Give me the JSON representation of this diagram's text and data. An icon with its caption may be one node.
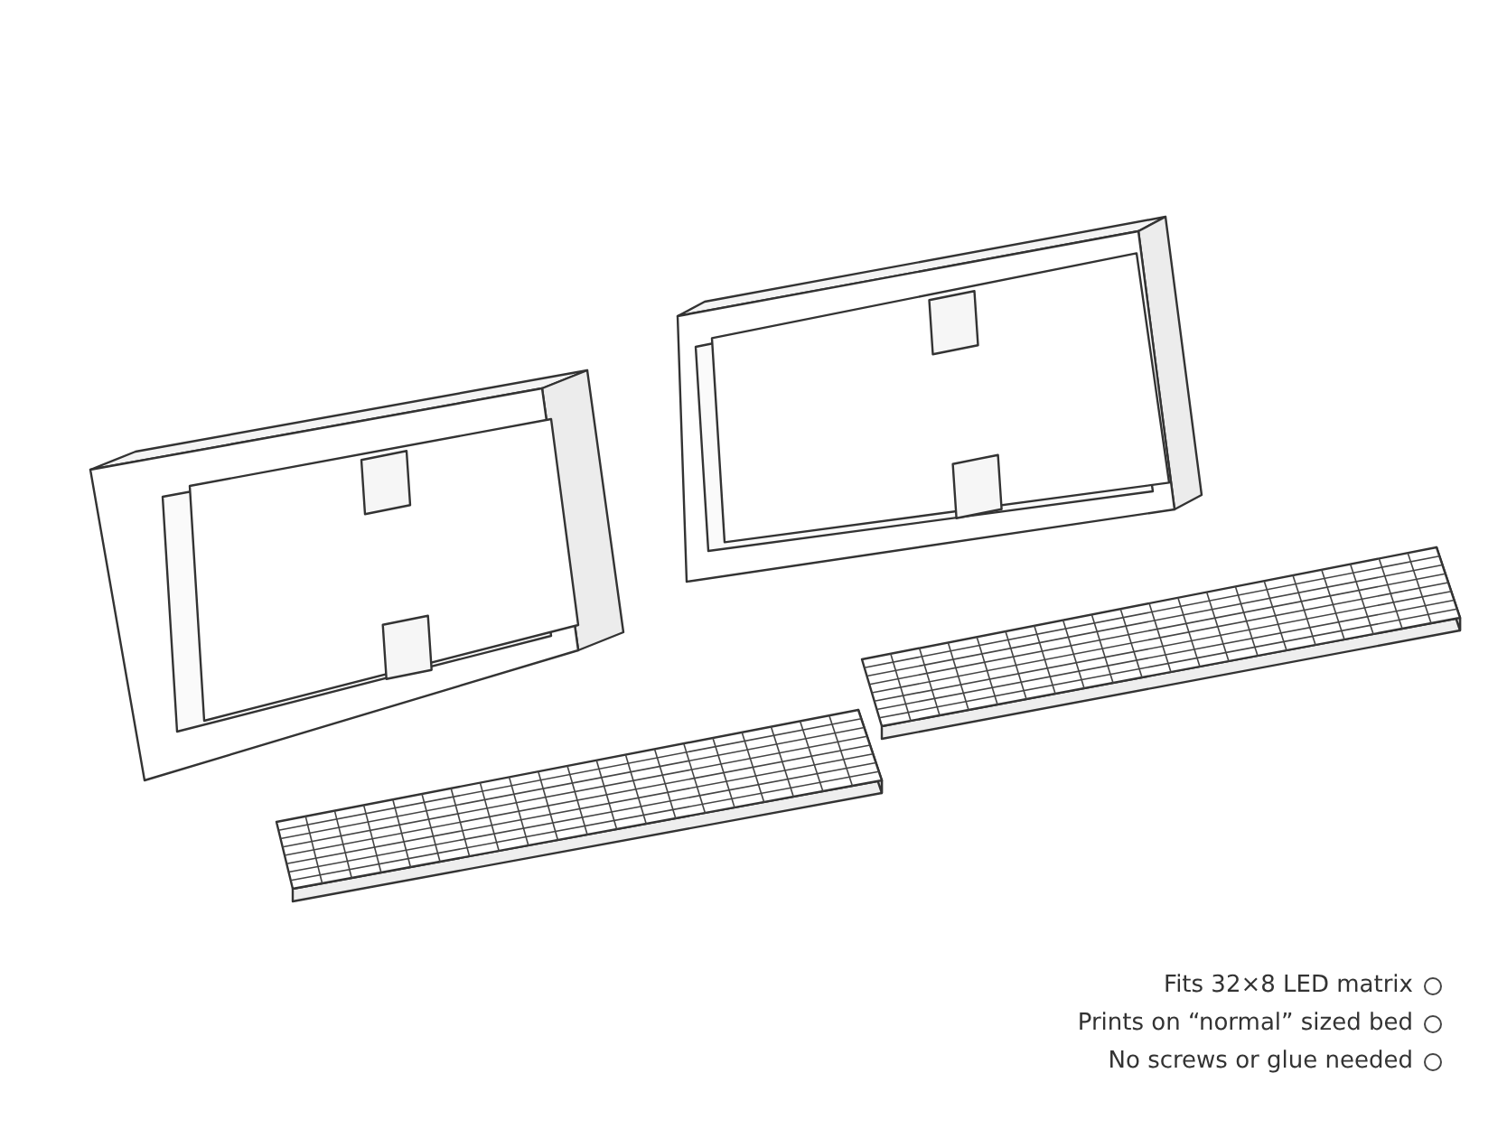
{
  "diagram": {
    "labels": [
      "Fits 32×8 LED matrix",
      "Prints on “normal” sized bed",
      "No screws or glue needed"
    ]
  }
}
